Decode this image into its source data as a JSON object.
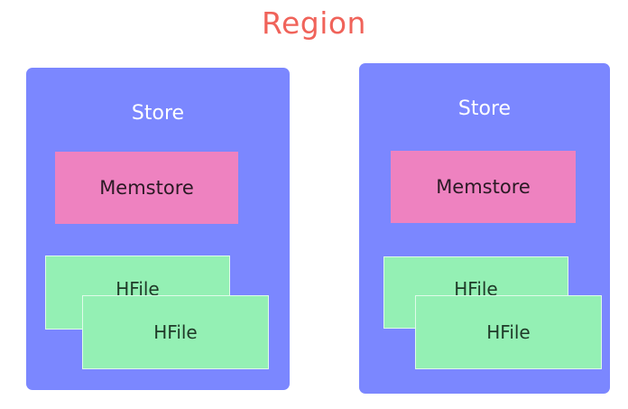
{
  "diagram": {
    "title": "Region",
    "colors": {
      "title": "#f0635a",
      "store": "#7b87ff",
      "memstore": "#ee82c0",
      "hfile": "#94f0b4"
    },
    "stores": [
      {
        "label": "Store",
        "memstore": "Memstore",
        "hfiles": [
          "HFile",
          "HFile"
        ]
      },
      {
        "label": "Store",
        "memstore": "Memstore",
        "hfiles": [
          "HFile",
          "HFile"
        ]
      }
    ]
  }
}
